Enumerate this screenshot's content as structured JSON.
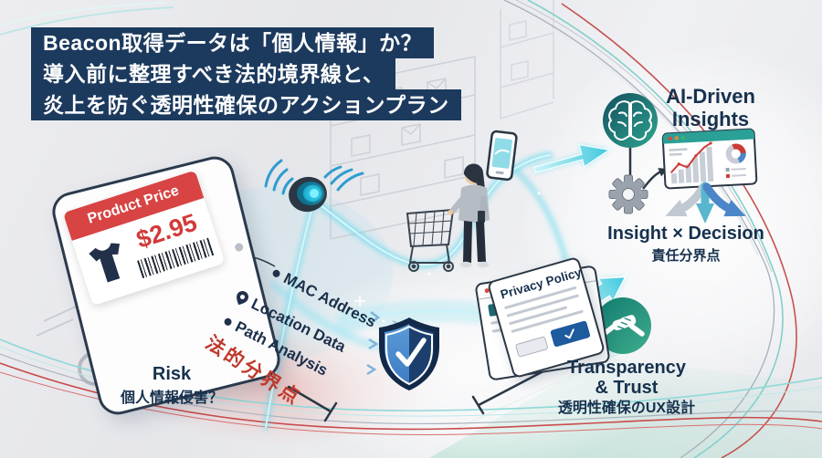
{
  "title": {
    "line1": "Beacon取得データは「個人情報」か？",
    "line2": "導入前に整理すべき法的境界線と、",
    "line3": "炎上を防ぐ透明性確保のアクションプラン"
  },
  "product": {
    "header": "Product Price",
    "price": "$2.95"
  },
  "data_labels": {
    "mac": "MAC Address",
    "location": "Location Data",
    "path": "Path Analysis"
  },
  "legal_boundary": {
    "text": "法的分界点"
  },
  "risk": {
    "title": "Risk",
    "subtitle": "個人情報侵害？"
  },
  "privacy": {
    "title": "Privacy Policy"
  },
  "ai": {
    "line1": "AI-Driven",
    "line2": "Insights"
  },
  "decision": {
    "title": "Insight × Decision",
    "subtitle": "責任分界点"
  },
  "transparency": {
    "line1": "Transparency",
    "line2": "& Trust",
    "subtitle": "透明性確保のUX設計"
  },
  "icons": [
    "beacon-icon",
    "wifi-signal-icon",
    "tshirt-icon",
    "barcode-icon",
    "shopping-cart-icon",
    "shopper-icon",
    "smartphone-icon",
    "location-pin-icon",
    "warning-triangle-icon",
    "magnifier-icon",
    "shield-check-icon",
    "brain-icon",
    "gear-icon",
    "handshake-icon",
    "analytics-window-icon",
    "split-arrows-icon"
  ],
  "colors": {
    "banner_navy": "#1c3a5e",
    "text_navy": "#17314e",
    "alert_red": "#c0392b",
    "label_red": "#d84343",
    "price_red": "#d23a3a",
    "glow_cyan": "#52d6ec",
    "teal": "#2aa096",
    "blue": "#4a86c8",
    "shield_blue": "#4f93d6",
    "accept_blue": "#1d5a9e"
  }
}
